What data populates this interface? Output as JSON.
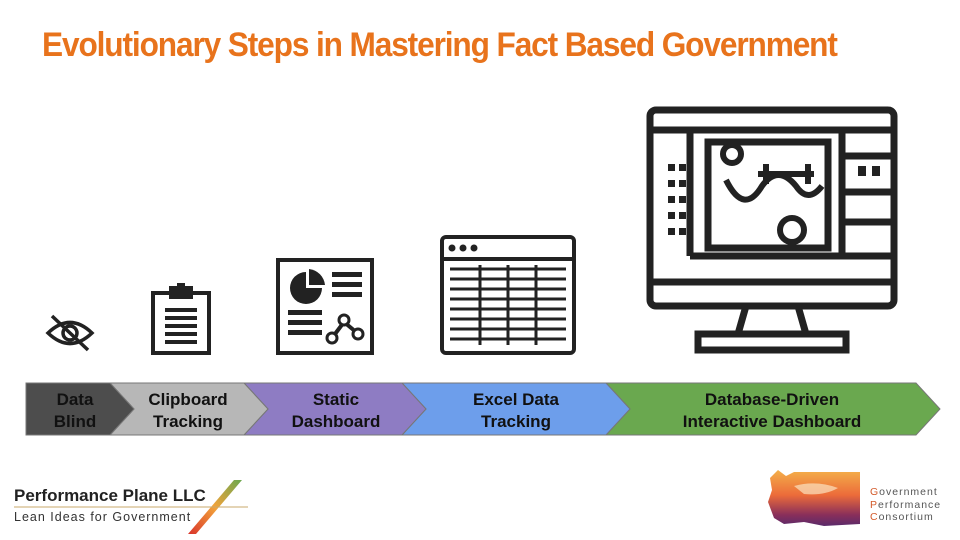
{
  "title": "Evolutionary Steps in Mastering Fact Based Government",
  "colors": {
    "title": "#e8731c",
    "step_data_blind": "#4d4d4d",
    "step_clipboard": "#b7b7b7",
    "step_static": "#8e7cc3",
    "step_excel": "#6d9eeb",
    "step_database": "#6aa84f"
  },
  "steps": [
    {
      "label": "Data\nBlind",
      "icon": "eye-slash-icon"
    },
    {
      "label": "Clipboard\nTracking",
      "icon": "clipboard-icon"
    },
    {
      "label": "Static\nDashboard",
      "icon": "report-icon"
    },
    {
      "label": "Excel Data\nTracking",
      "icon": "spreadsheet-icon"
    },
    {
      "label": "Database-Driven\nInteractive Dashboard",
      "icon": "monitor-dashboard-icon"
    }
  ],
  "footer": {
    "left_logo": {
      "name": "Performance Plane LLC",
      "tagline": "Lean Ideas for Government"
    },
    "right_logo": {
      "line1_cap": "G",
      "line1_rest": "overnment",
      "line2_cap": "P",
      "line2_rest": "erformance",
      "line3_cap": "C",
      "line3_rest": "onsortium"
    }
  }
}
